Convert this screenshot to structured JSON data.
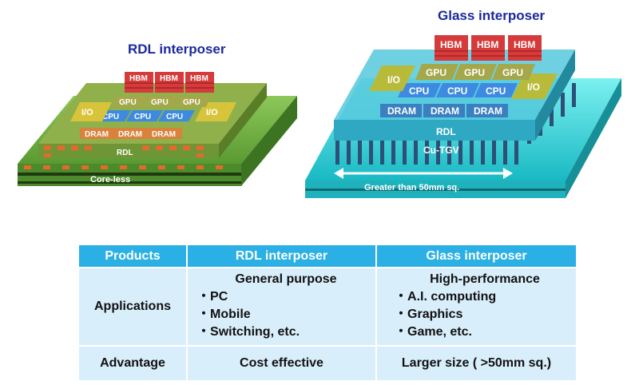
{
  "rdl_diagram": {
    "title": "RDL interposer",
    "hbm": [
      "HBM",
      "HBM",
      "HBM"
    ],
    "gpu": [
      "GPU",
      "GPU",
      "GPU"
    ],
    "cpu": [
      "CPU",
      "CPU",
      "CPU"
    ],
    "io": [
      "I/O",
      "I/O"
    ],
    "dram": [
      "DRAM",
      "DRAM",
      "DRAM"
    ],
    "rdl_label": "RDL",
    "base_label": "Core-less"
  },
  "glass_diagram": {
    "title": "Glass interposer",
    "hbm": [
      "HBM",
      "HBM",
      "HBM"
    ],
    "gpu": [
      "GPU",
      "GPU",
      "GPU"
    ],
    "cpu": [
      "CPU",
      "CPU",
      "CPU"
    ],
    "io": [
      "I/O",
      "I/O"
    ],
    "dram": [
      "DRAM",
      "DRAM",
      "DRAM"
    ],
    "rdl_label": "RDL",
    "tgv_label": "Cu-TGV",
    "size_label": "Greater than 50mm sq."
  },
  "table": {
    "headers": [
      "Products",
      "RDL  interposer",
      "Glass interposer"
    ],
    "applications": {
      "label": "Applications",
      "rdl": {
        "heading": "General purpose",
        "items": [
          "PC",
          "Mobile",
          "Switching, etc."
        ]
      },
      "glass": {
        "heading": "High-performance",
        "items": [
          "A.I. computing",
          "Graphics",
          "Game, etc."
        ]
      }
    },
    "advantage": {
      "label": "Advantage",
      "rdl": "Cost effective",
      "glass": "Larger size ( >50mm sq.)"
    }
  },
  "colors": {
    "title_blue": "#1a2a9c",
    "header_blue": "#2ab0e4",
    "cell_blue": "#d9eefb",
    "green_base": "#6aa83c",
    "teal_base": "#2fd6d6",
    "hbm_red": "#d63a3a",
    "gpu_olive": "#a4a84a",
    "cpu_blue": "#3d8ae0",
    "io_yellow": "#d8c43a",
    "dram_orange": "#d8823c"
  }
}
